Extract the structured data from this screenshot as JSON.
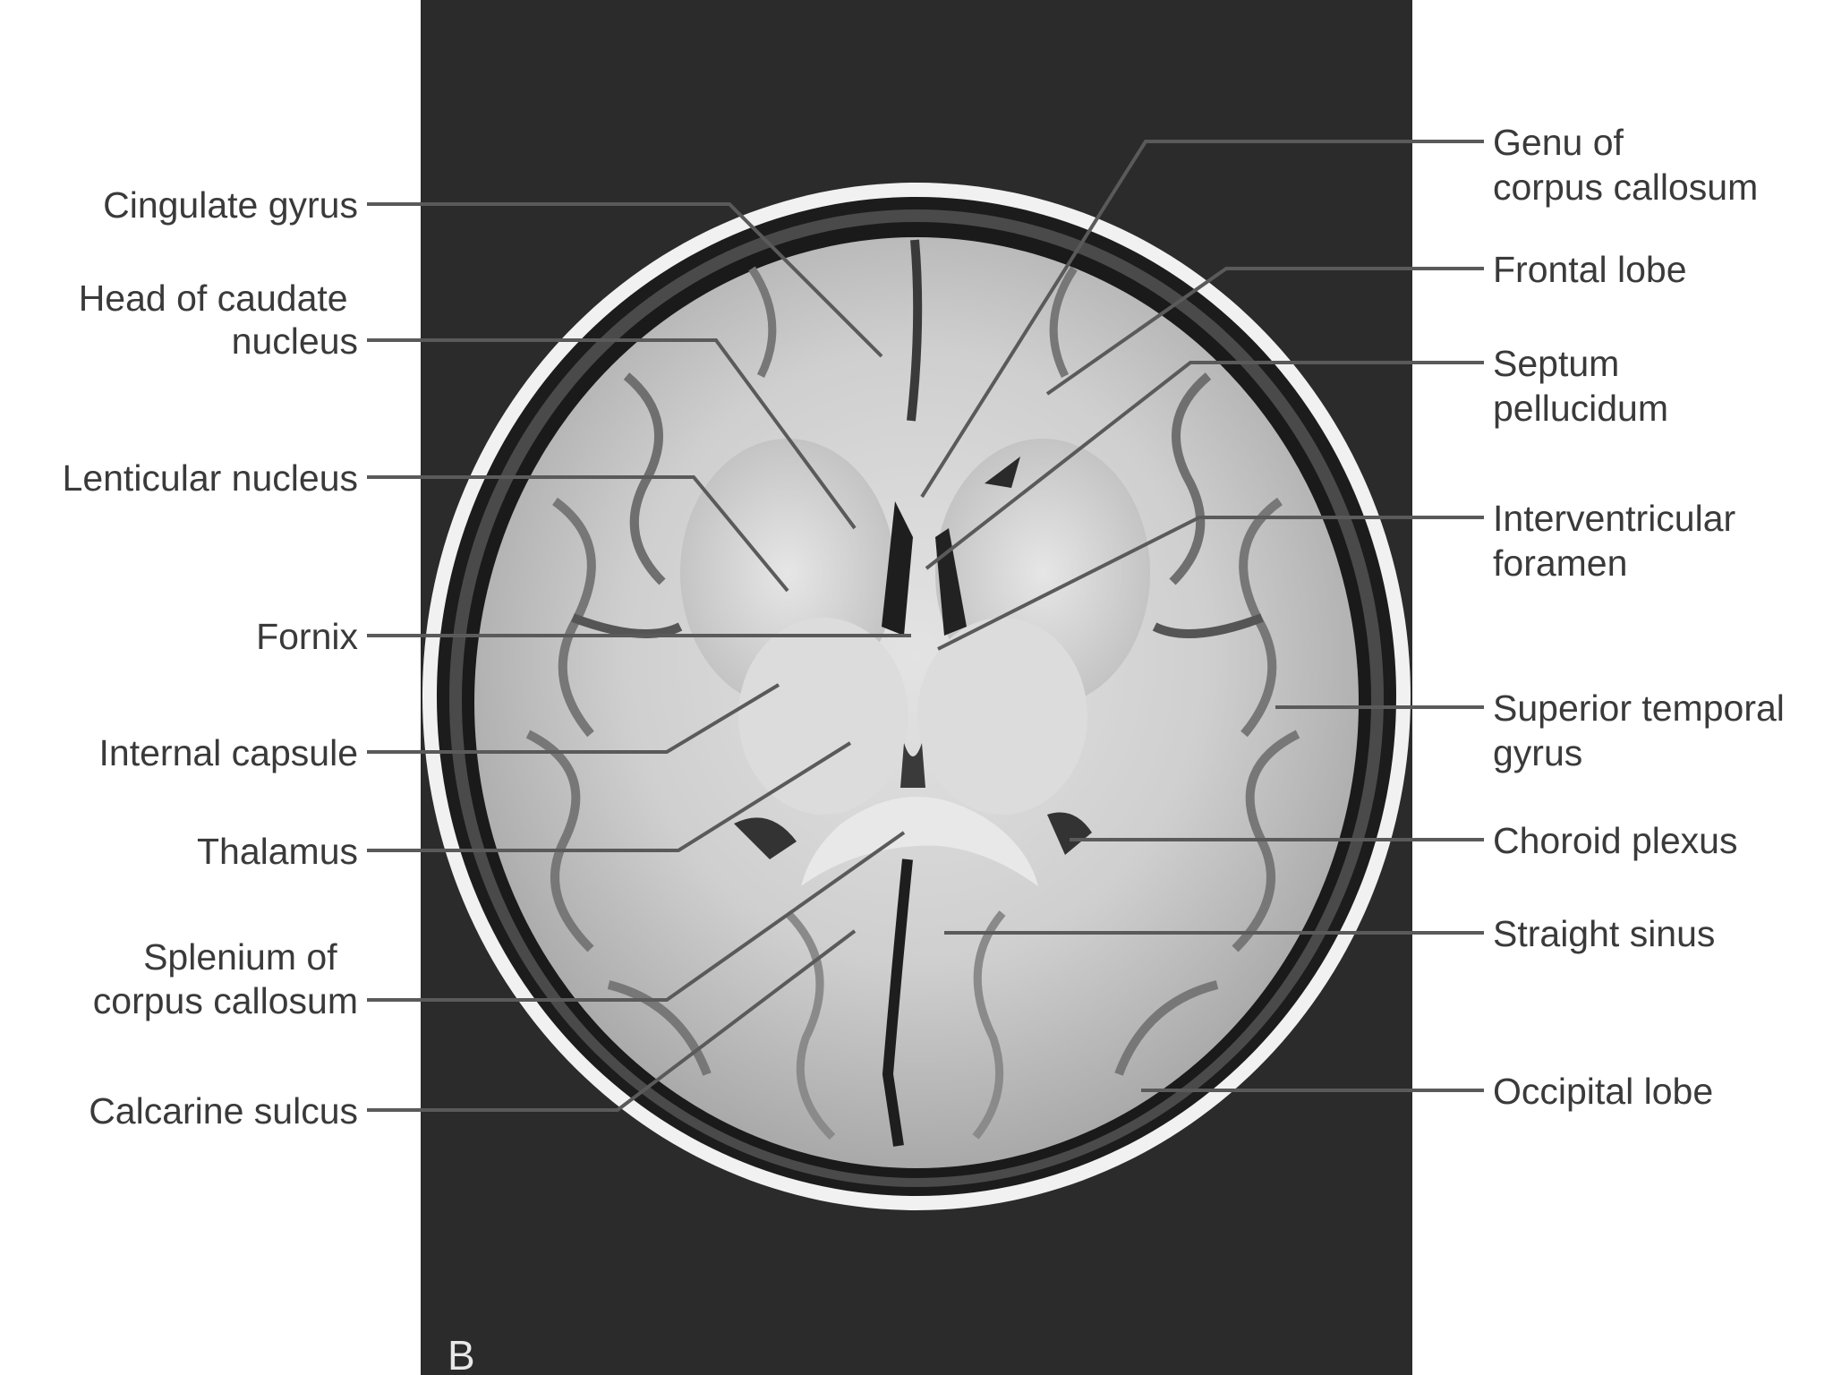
{
  "panel_letter": "B",
  "colors": {
    "background": "#ffffff",
    "image_backdrop": "#2b2b2b",
    "label_text": "#3a3a3a",
    "leader_line": "#5a5a5a"
  },
  "labels_left": [
    {
      "id": "cingulate-gyrus",
      "lines": [
        "Cingulate gyrus"
      ]
    },
    {
      "id": "head-of-caudate-nucleus",
      "lines": [
        "Head of caudate",
        "nucleus"
      ]
    },
    {
      "id": "lenticular-nucleus",
      "lines": [
        "Lenticular nucleus"
      ]
    },
    {
      "id": "fornix",
      "lines": [
        "Fornix"
      ]
    },
    {
      "id": "internal-capsule",
      "lines": [
        "Internal capsule"
      ]
    },
    {
      "id": "thalamus",
      "lines": [
        "Thalamus"
      ]
    },
    {
      "id": "splenium-of-corpus-callosum",
      "lines": [
        "Splenium of",
        "corpus callosum"
      ]
    },
    {
      "id": "calcarine-sulcus",
      "lines": [
        "Calcarine sulcus"
      ]
    }
  ],
  "labels_right": [
    {
      "id": "genu-of-corpus-callosum",
      "lines": [
        "Genu of",
        "corpus callosum"
      ]
    },
    {
      "id": "frontal-lobe",
      "lines": [
        "Frontal lobe"
      ]
    },
    {
      "id": "septum-pellucidum",
      "lines": [
        "Septum",
        "pellucidum"
      ]
    },
    {
      "id": "interventricular-foramen",
      "lines": [
        "Interventricular",
        "foramen"
      ]
    },
    {
      "id": "superior-temporal-gyrus",
      "lines": [
        "Superior temporal",
        "gyrus"
      ]
    },
    {
      "id": "choroid-plexus",
      "lines": [
        "Choroid plexus"
      ]
    },
    {
      "id": "straight-sinus",
      "lines": [
        "Straight sinus"
      ]
    },
    {
      "id": "occipital-lobe",
      "lines": [
        "Occipital lobe"
      ]
    }
  ]
}
